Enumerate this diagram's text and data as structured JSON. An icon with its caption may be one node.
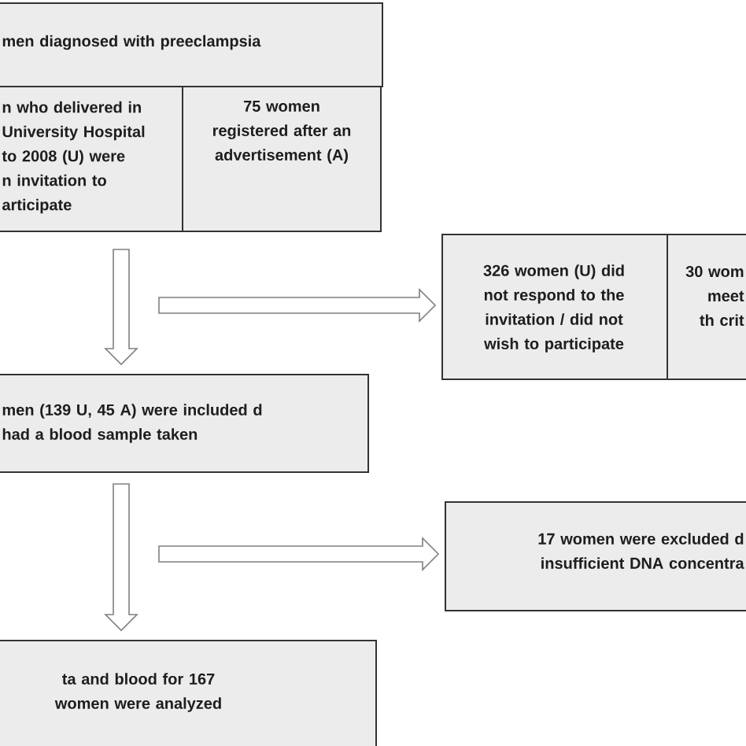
{
  "diagram": {
    "nodes": [
      {
        "text": [
          "men diagnosed with preeclampsia"
        ]
      },
      {
        "text": [
          "n who delivered in University Hospital to 2008 (U) were n invitation to articipate"
        ]
      },
      {
        "text": [
          "75 women registered after an advertisement (A)"
        ]
      },
      {
        "text": [
          "326 women (U) did not respond to the invitation / did not wish to participate"
        ]
      },
      {
        "text": [
          "30 wom meet th crit"
        ]
      },
      {
        "text": [
          "men (139 U, 45 A) were included d had a blood sample taken"
        ]
      },
      {
        "text": [
          "17 women were excluded d insufficient DNA concentra"
        ]
      },
      {
        "text": [
          "ta and blood for 167 women were analyzed"
        ]
      }
    ],
    "edges": [
      {
        "from": 1,
        "to": 5,
        "arrow": "to"
      },
      {
        "from": null,
        "to": 3,
        "arrow": "to"
      },
      {
        "from": 5,
        "to": 7,
        "arrow": "to"
      },
      {
        "from": null,
        "to": 6,
        "arrow": "to"
      }
    ]
  }
}
